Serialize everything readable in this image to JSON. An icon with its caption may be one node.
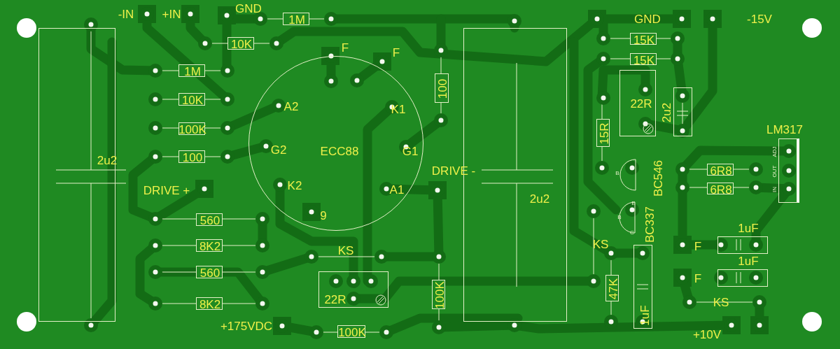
{
  "diagram": {
    "nodes": [
      {
        "text": [
          "1M"
        ]
      },
      {
        "text": [
          "10K"
        ]
      },
      {
        "text": [
          "15K"
        ]
      },
      {
        "text": [
          "15K"
        ]
      },
      {
        "text": [
          "1M"
        ]
      },
      {
        "text": [
          "A2",
          "K1",
          "G2",
          "ECC88",
          "G1",
          "K2",
          "A1",
          "9"
        ]
      },
      {
        "text": [
          "100"
        ]
      },
      {
        "text": [
          "22R"
        ]
      },
      {
        "text": [
          "10K"
        ]
      },
      {
        "text": [
          "2u2"
        ]
      },
      {
        "text": [
          "100K"
        ]
      },
      {
        "text": [
          "15R"
        ]
      },
      {
        "text": [
          "100"
        ]
      },
      {
        "text": [
          "2u2"
        ]
      },
      {
        "text": [
          "2u2"
        ]
      },
      {
        "text": [
          "LM317",
          "ADJ",
          "OUT",
          "IN"
        ]
      },
      {
        "text": [
          "6R8"
        ]
      },
      {
        "text": [
          "6R8"
        ]
      },
      {
        "text": [
          "B",
          "BC546"
        ]
      },
      {
        "text": [
          "560"
        ]
      },
      {
        "text": [
          "B",
          "E",
          "C",
          "BC337"
        ]
      },
      {
        "text": [
          "8K2"
        ]
      },
      {
        "text": [
          "1uF"
        ]
      },
      {
        "text": [
          "560"
        ]
      },
      {
        "text": [
          "1uF"
        ]
      },
      {
        "text": [
          "22R"
        ]
      },
      {
        "text": [
          "100K"
        ]
      },
      {
        "text": [
          "47K"
        ]
      },
      {
        "text": [
          "1uF"
        ]
      },
      {
        "text": [
          "8K2"
        ]
      },
      {
        "text": [
          "100K"
        ]
      }
    ],
    "labels": [
      "-IN",
      "+IN",
      "GND",
      "F",
      "F",
      "GND",
      "-15V",
      "DRIVE +",
      "DRIVE -",
      "KS",
      "KS",
      "F",
      "F",
      "KS",
      "+175VDC",
      "+10V"
    ]
  }
}
